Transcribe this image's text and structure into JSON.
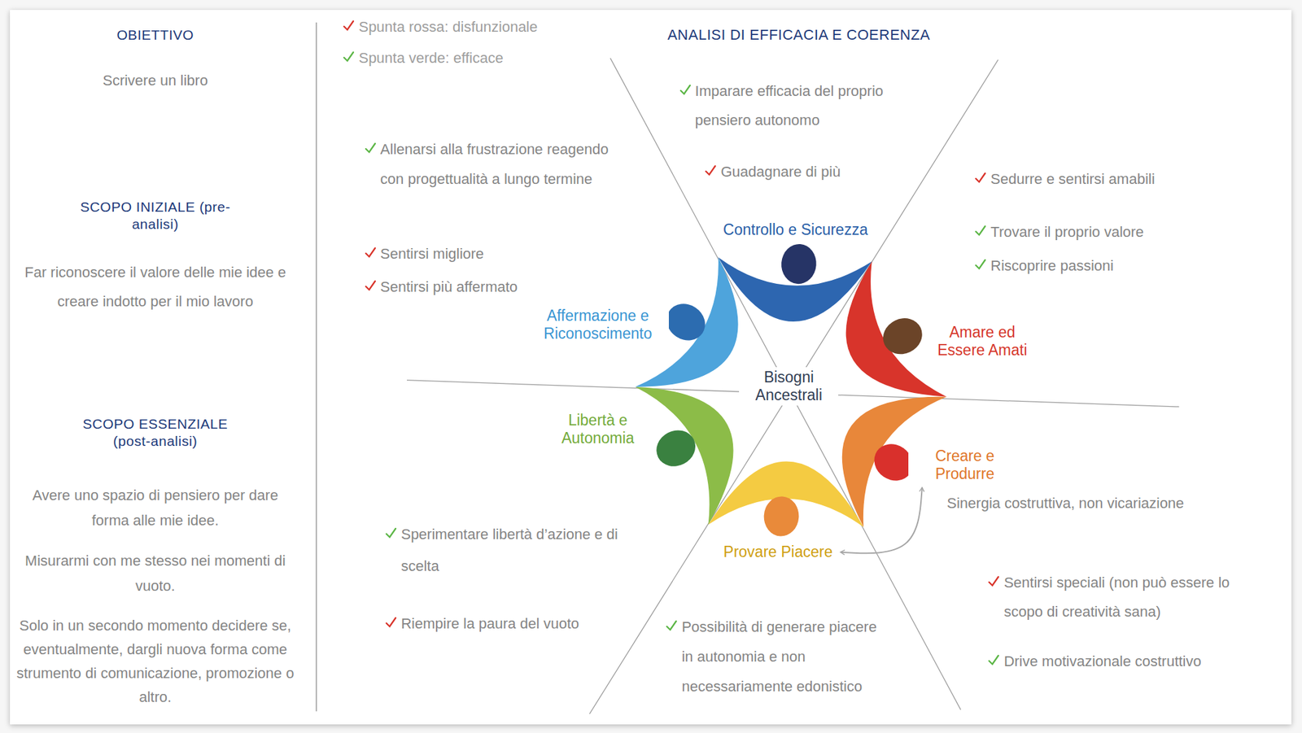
{
  "diagram": {
    "title": "ANALISI DI EFFICACIA E COERENZA",
    "nodes": [
      {
        "text": [
          "Controllo e Sicurezza"
        ]
      },
      {
        "text": [
          "Affermazione e Riconoscimento"
        ]
      },
      {
        "text": [
          "Amare ed Essere Amati"
        ]
      },
      {
        "text": [
          "Bisogni Ancestrali"
        ]
      },
      {
        "text": [
          "Libertà e Autonomia"
        ]
      },
      {
        "text": [
          "Creare e Produrre"
        ]
      },
      {
        "text": [
          "Provare Piacere"
        ]
      }
    ],
    "edges": [
      {
        "from": 5,
        "to": 6,
        "label": "Sinergia costruttiva, non vicariazione",
        "arrow": "both"
      }
    ],
    "labels": [
      "OBIETTIVO",
      "Scrivere un libro",
      "SCOPO INIZIALE (pre-analisi)",
      "Far riconoscere il valore delle mie idee e creare indotto per il mio lavoro",
      "SCOPO ESSENZIALE (post-analisi)",
      "Avere uno spazio di pensiero per dare forma alle mie idee.",
      "Misurarmi con me stesso nei momenti di vuoto.",
      "Solo in un secondo momento decidere se, eventualmente, dargli nuova forma come strumento di comunicazione, promozione o altro.",
      "Imparare efficacia del proprio pensiero autonomo",
      "Guadagnare di più",
      "Allenarsi alla frustrazione reagendo con progettualità a lungo termine",
      "Sentirsi migliore",
      "Sentirsi più affermato",
      "Sedurre e sentirsi amabili",
      "Trovare il proprio valore",
      "Riscoprire passioni",
      "Sperimentare libertà d’azione e di scelta",
      "Riempire la paura del vuoto",
      "Possibilità di generare piacere in autonomia e non necessariamente edonistico",
      "Sentirsi speciali (non può essere lo scopo di creatività sana)",
      "Drive motivazionale costruttivo"
    ],
    "legend": [
      {
        "text": "Spunta rossa: disfunzionale",
        "color": "#d9342b"
      },
      {
        "text": "Spunta verde: efficace",
        "color": "#5cb646"
      }
    ]
  }
}
